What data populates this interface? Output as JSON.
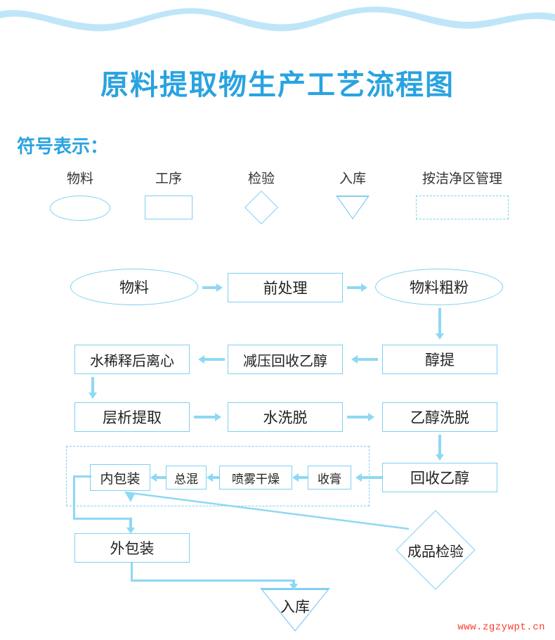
{
  "page": {
    "title": "原料提取物生产工艺流程图",
    "accent_color": "#29a3e0",
    "line_color": "#7fd0f2",
    "watermark": "www.zgzywpt.cn"
  },
  "legend": {
    "heading": "符号表示：",
    "items": [
      {
        "label": "物料",
        "shape": "ellipse"
      },
      {
        "label": "工序",
        "shape": "rectangle"
      },
      {
        "label": "检验",
        "shape": "diamond"
      },
      {
        "label": "入库",
        "shape": "triangle"
      },
      {
        "label": "按洁净区管理",
        "shape": "dashed-rectangle"
      }
    ]
  },
  "flow": {
    "nodes": [
      {
        "id": "n1",
        "label": "物料",
        "shape": "ellipse"
      },
      {
        "id": "n2",
        "label": "前处理",
        "shape": "rectangle"
      },
      {
        "id": "n3",
        "label": "物料粗粉",
        "shape": "ellipse"
      },
      {
        "id": "n4",
        "label": "醇提",
        "shape": "rectangle"
      },
      {
        "id": "n5",
        "label": "减压回收乙醇",
        "shape": "rectangle"
      },
      {
        "id": "n6",
        "label": "水稀释后离心",
        "shape": "rectangle"
      },
      {
        "id": "n7",
        "label": "层析提取",
        "shape": "rectangle"
      },
      {
        "id": "n8",
        "label": "水洗脱",
        "shape": "rectangle"
      },
      {
        "id": "n9",
        "label": "乙醇洗脱",
        "shape": "rectangle"
      },
      {
        "id": "n10",
        "label": "回收乙醇",
        "shape": "rectangle"
      },
      {
        "id": "n11",
        "label": "收膏",
        "shape": "rectangle"
      },
      {
        "id": "n12",
        "label": "喷雾干燥",
        "shape": "rectangle"
      },
      {
        "id": "n13",
        "label": "总混",
        "shape": "rectangle"
      },
      {
        "id": "n14",
        "label": "内包装",
        "shape": "rectangle"
      },
      {
        "id": "n15",
        "label": "外包装",
        "shape": "rectangle"
      },
      {
        "id": "n16",
        "label": "成品检验",
        "shape": "diamond"
      },
      {
        "id": "n17",
        "label": "入库",
        "shape": "triangle"
      }
    ],
    "clean_zone_label": "按洁净区管理"
  }
}
